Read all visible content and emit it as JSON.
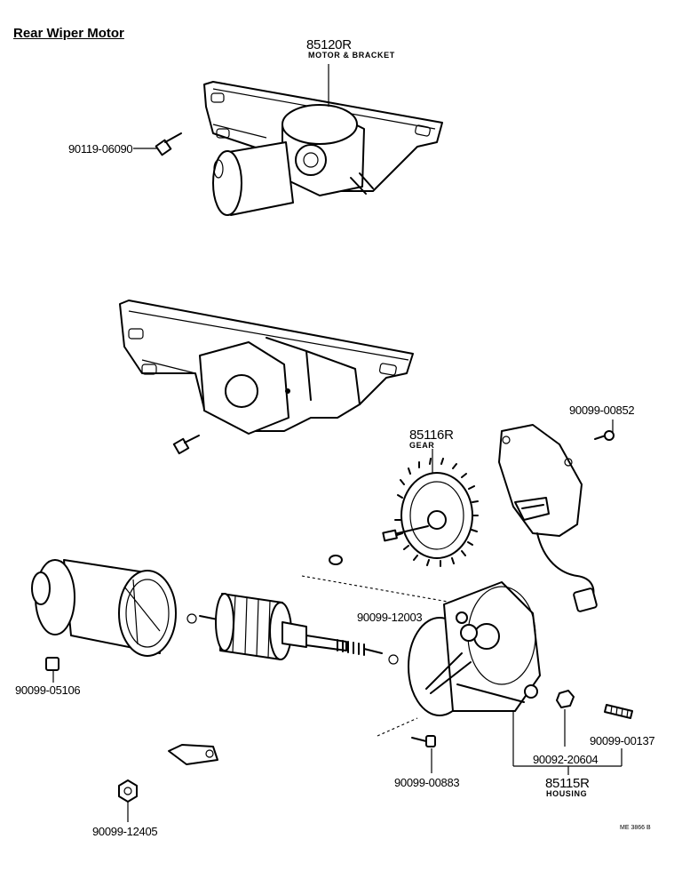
{
  "title": "Rear Wiper Motor",
  "labels": {
    "motor_bracket_part": "85120R",
    "motor_bracket_desc": "MOTOR & BRACKET",
    "bolt_top": "90119-06090",
    "screw_right": "90099-00852",
    "gear_part": "85116R",
    "gear_desc": "GEAR",
    "washer": "90099-12003",
    "clip": "90099-05106",
    "stud": "90099-00137",
    "nut": "90092-20604",
    "housing_part": "85115R",
    "housing_desc": "HOUSING",
    "screw_bottom": "90099-00883",
    "nut_bottom": "90099-12405",
    "ref_code": "ME 3866 B"
  }
}
